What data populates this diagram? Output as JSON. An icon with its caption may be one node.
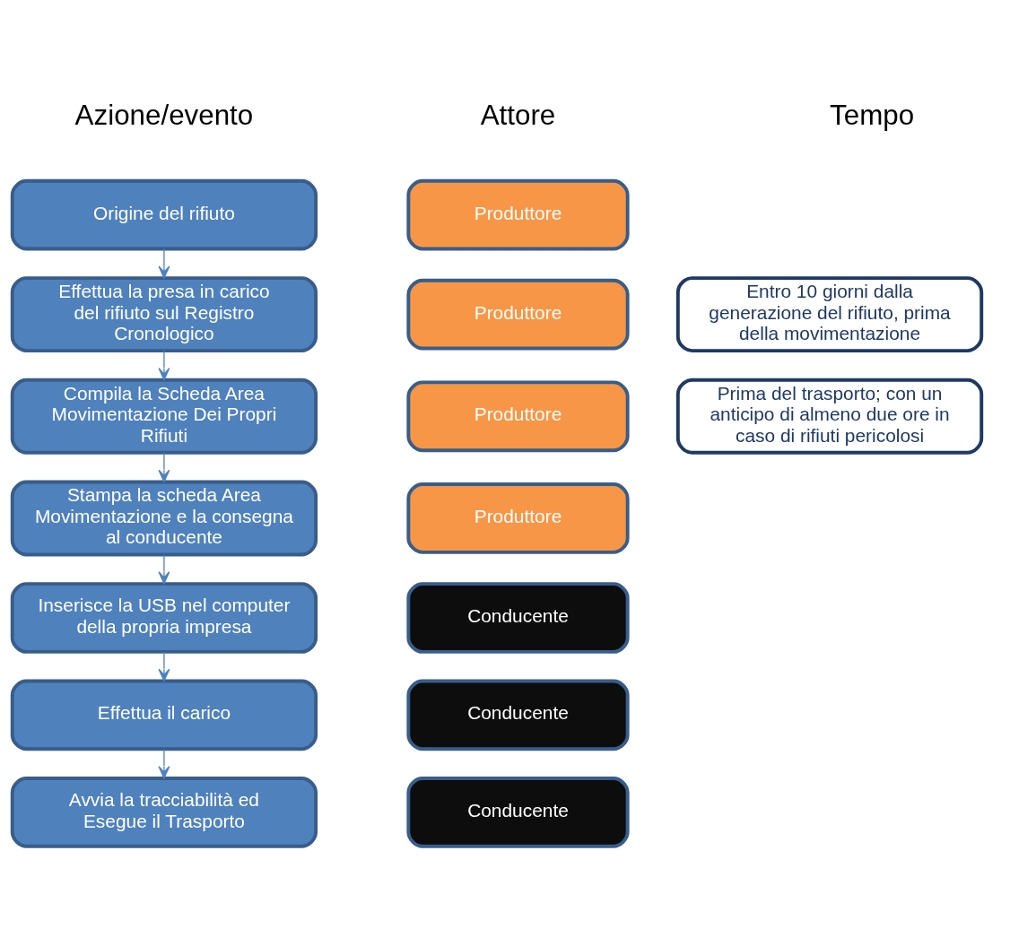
{
  "diagram": {
    "nodes": [
      {
        "text": [
          "Origine del rifiuto"
        ]
      },
      {
        "text": [
          "Produttore"
        ]
      },
      {
        "text": [
          "Effettua la presa in carico del rifiuto sul Registro Cronologico"
        ]
      },
      {
        "text": [
          "Produttore"
        ]
      },
      {
        "text": [
          "Entro 10 giorni dalla generazione del rifiuto, prima della movimentazione"
        ]
      },
      {
        "text": [
          "Compila la Scheda Area Movimentazione Dei Propri Rifiuti"
        ]
      },
      {
        "text": [
          "Produttore"
        ]
      },
      {
        "text": [
          "Prima del trasporto; con un anticipo di almeno due ore in caso di rifiuti pericolosi"
        ]
      },
      {
        "text": [
          "Stampa la scheda Area Movimentazione e la consegna al conducente"
        ]
      },
      {
        "text": [
          "Produttore"
        ]
      },
      {
        "text": [
          "Inserisce la USB nel computer della propria impresa"
        ]
      },
      {
        "text": [
          "Conducente"
        ]
      },
      {
        "text": [
          "Effettua il carico"
        ]
      },
      {
        "text": [
          "Conducente"
        ]
      },
      {
        "text": [
          "Avvia la tracciabilità ed Esegue il Trasporto"
        ]
      },
      {
        "text": [
          "Conducente"
        ]
      }
    ],
    "edges": [
      {
        "from": 0,
        "to": 2,
        "arrow": "to"
      },
      {
        "from": 2,
        "to": 5,
        "arrow": "to"
      },
      {
        "from": 5,
        "to": 8,
        "arrow": "to"
      },
      {
        "from": 8,
        "to": 10,
        "arrow": "to"
      },
      {
        "from": 10,
        "to": 12,
        "arrow": "to"
      },
      {
        "from": 12,
        "to": 14,
        "arrow": "to"
      }
    ],
    "labels": [
      "Azione/evento",
      "Attore",
      "Tempo"
    ]
  }
}
